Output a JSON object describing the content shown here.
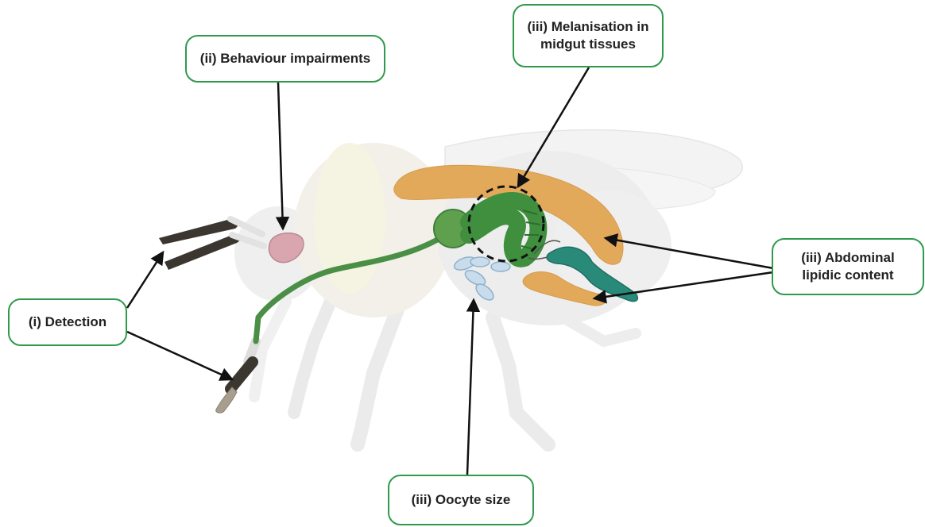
{
  "labels": {
    "detection": "(i) Detection",
    "behaviour": "(ii) Behaviour impairments",
    "melanisation": "(iii) Melanisation in\nmidgut tissues",
    "abdominal": "(iii) Abdominal\nlipidic content",
    "oocyte": "(iii) Oocyte size"
  },
  "colors": {
    "box_border": "#2f9a4c",
    "arrow": "#111111",
    "fat_body": "#e3a95b",
    "gut": "#3f8f3f",
    "hindgut": "#2a8a7a",
    "oocytes": "#bcd3e6",
    "antenna": "#3b362f",
    "brain": "#d9a6b0",
    "bee_body": "#ececec"
  },
  "icons": {
    "bee": "bumblebee-silhouette",
    "antennae": "antenna-icon",
    "proboscis": "proboscis-icon",
    "brain": "brain-icon",
    "gut": "digestive-tract-icon",
    "fat_body": "fat-body-icon",
    "oocytes": "oocyte-icon"
  }
}
